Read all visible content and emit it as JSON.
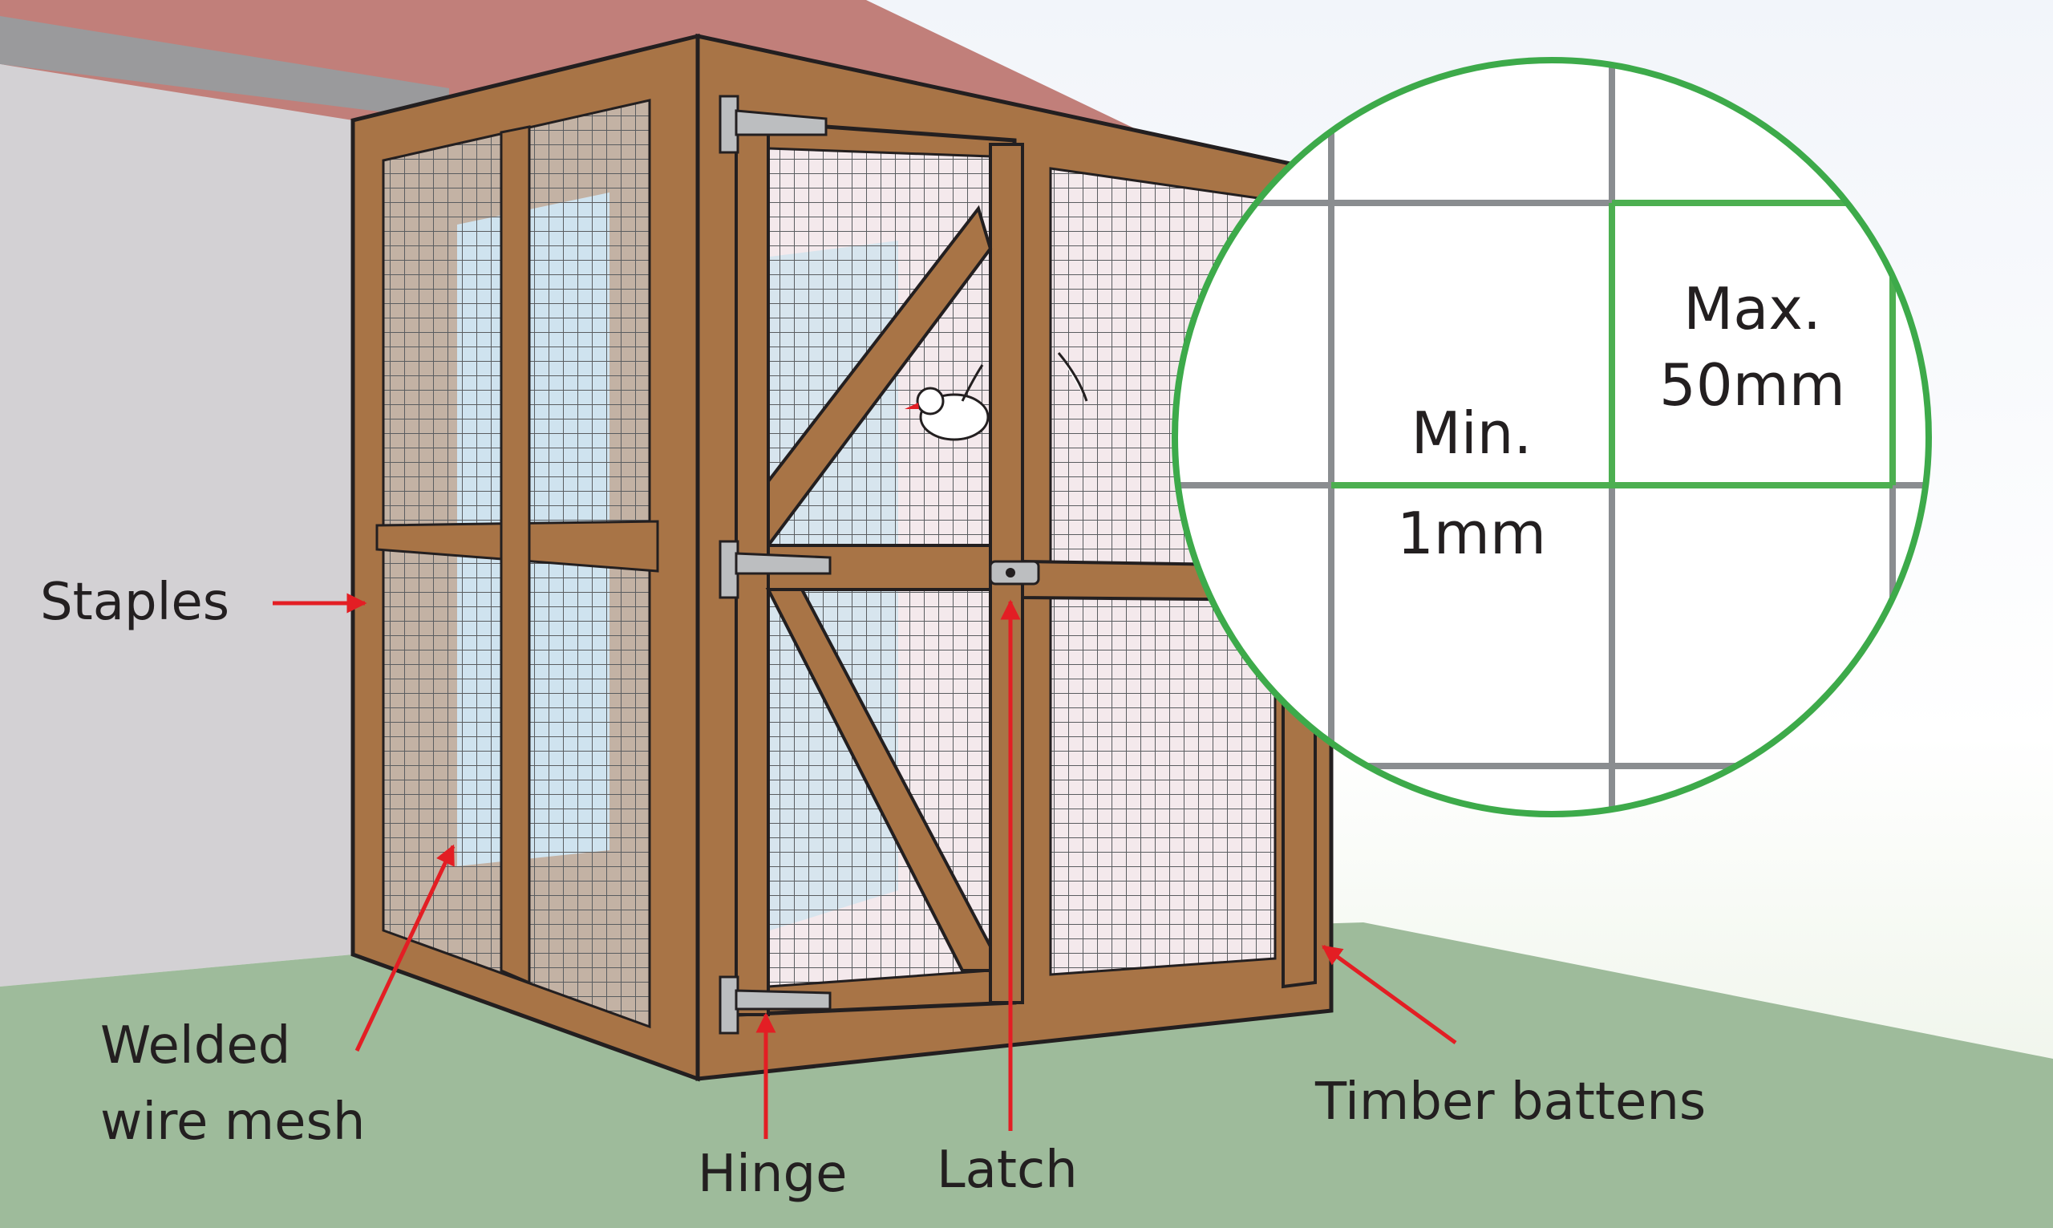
{
  "labels": {
    "staples": "Staples",
    "welded_line1": "Welded",
    "welded_line2": "wire mesh",
    "hinge": "Hinge",
    "latch": "Latch",
    "timber": "Timber battens"
  },
  "detail": {
    "max_line1": "Max.",
    "max_line2": "50mm",
    "min_line1": "Min.",
    "min_line2": "1mm"
  },
  "colors": {
    "timber": "#a87446",
    "timber_dark": "#7a5230",
    "roof": "#c17f7a",
    "wall": "#d3d1d4",
    "ground": "#9ebb9b",
    "arrow": "#e31e24",
    "detail_ring": "#3daa4a",
    "mesh_wire": "#8a8d90",
    "mesh_highlight": "#4caf50",
    "hinge": "#bcbec0"
  },
  "icons": {
    "bird": "dove-icon",
    "arrow": "arrow-icon"
  }
}
